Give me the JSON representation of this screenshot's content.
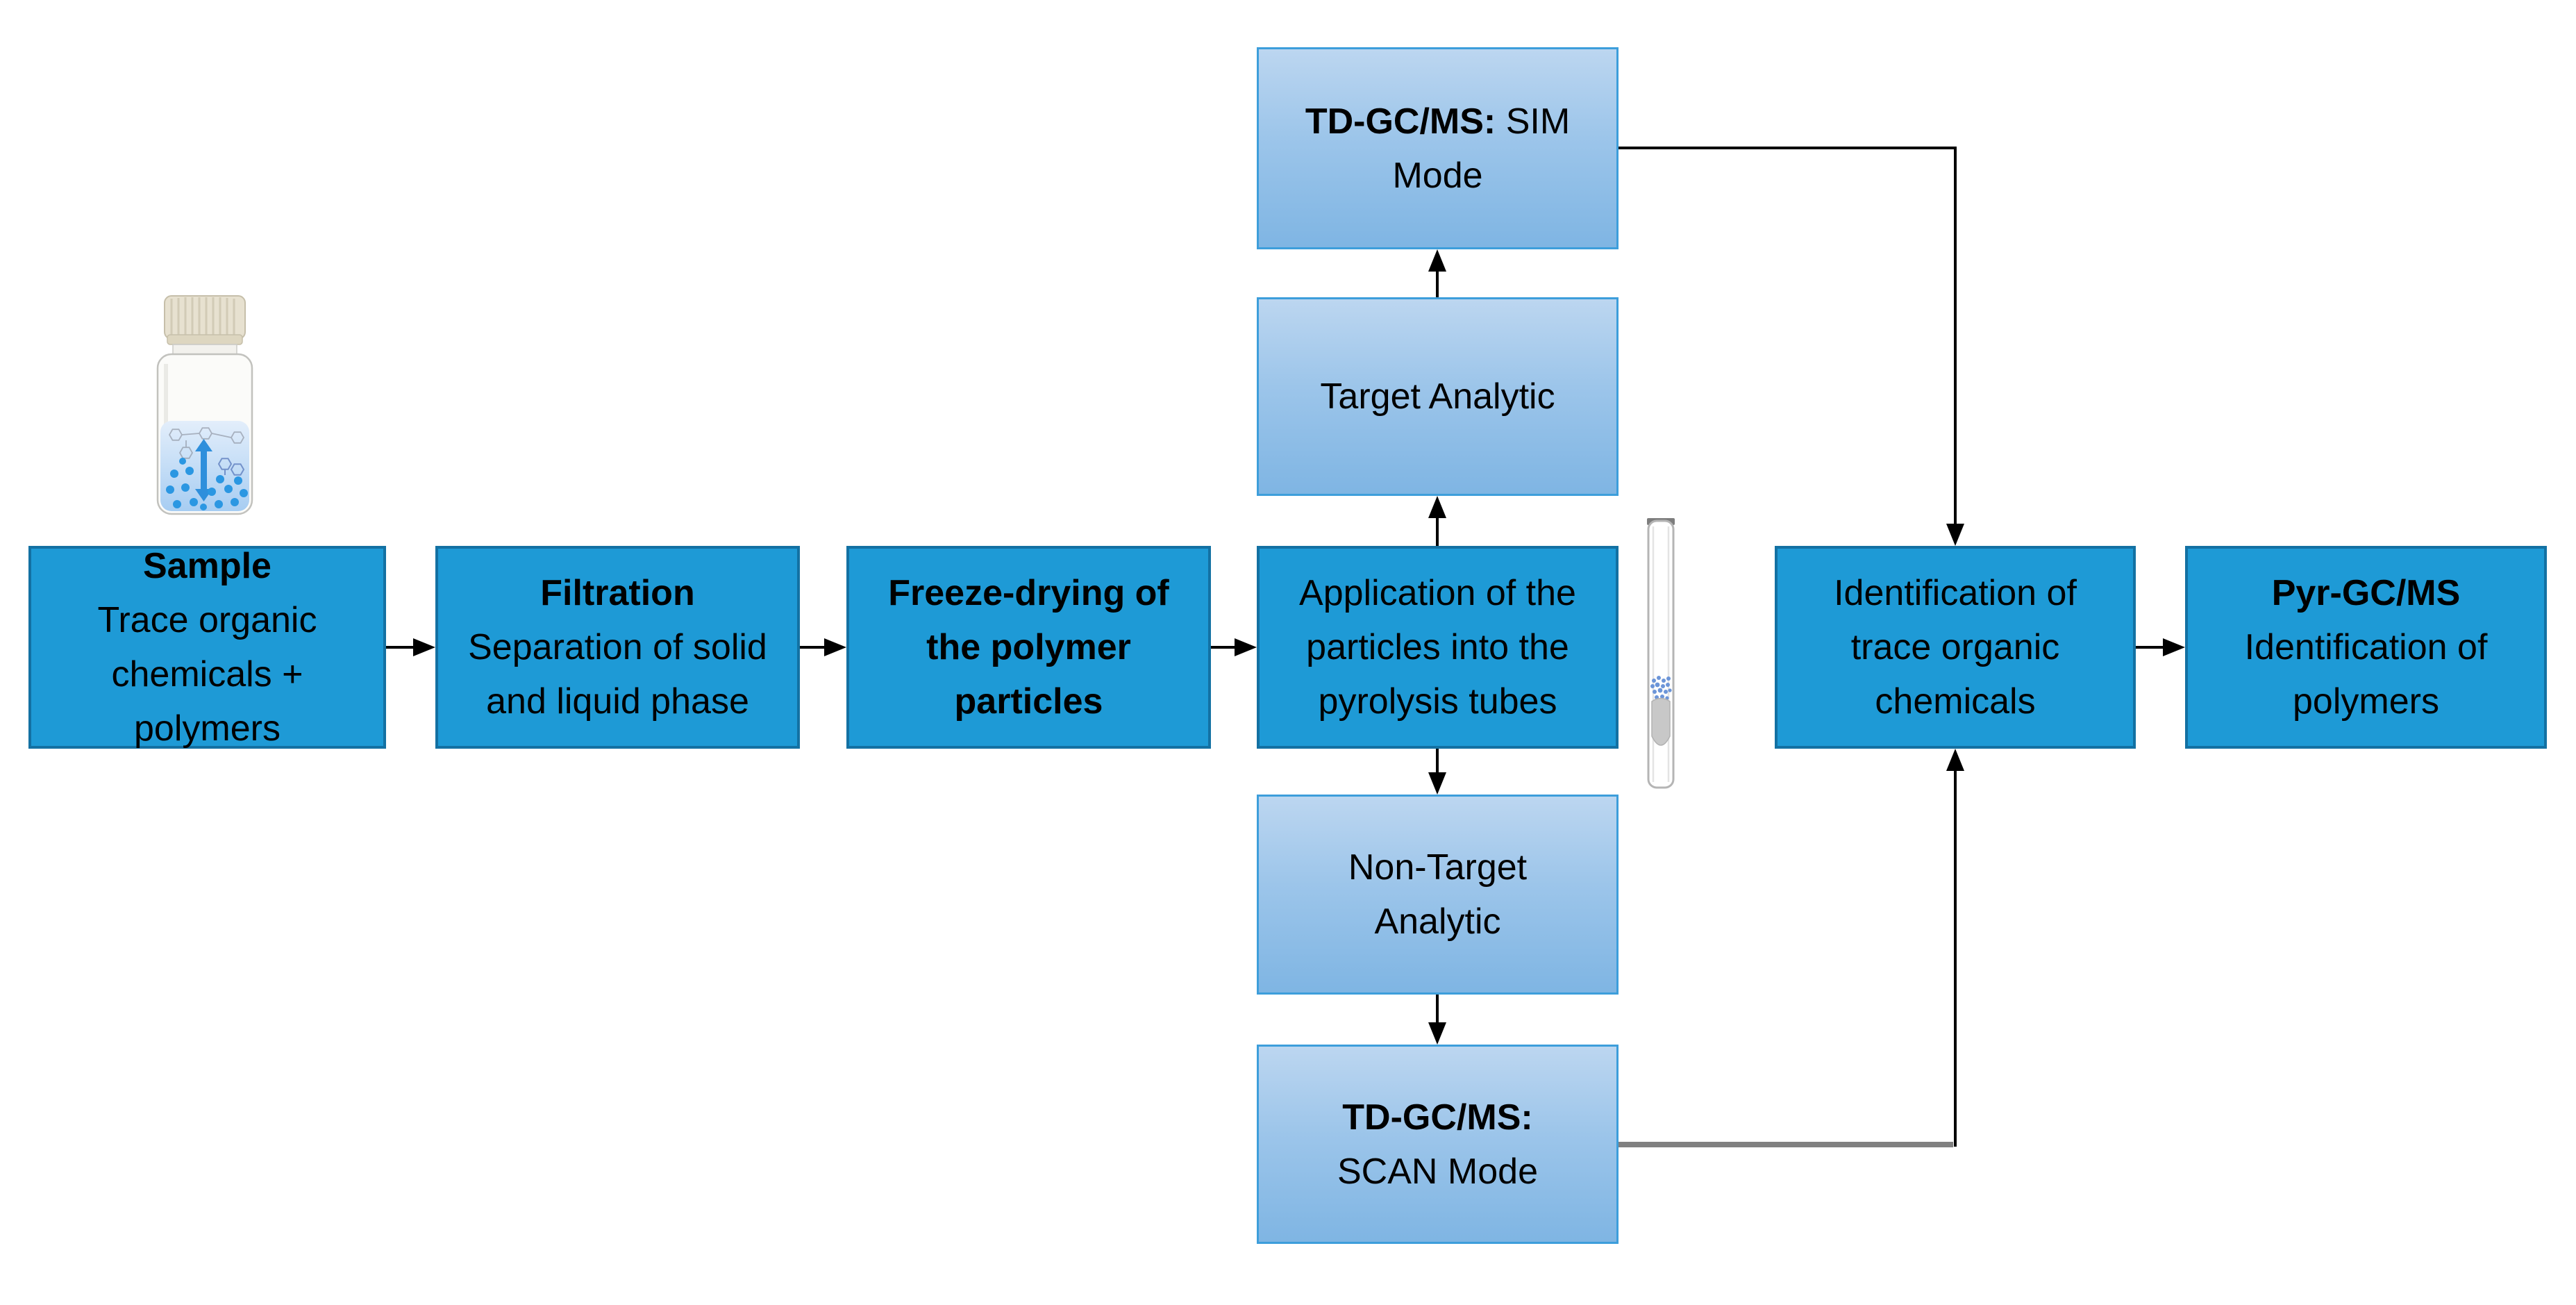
{
  "figure": {
    "type": "workflow-flow-diagram",
    "description": "TD-GC/MS and Pyr-GC/MS sample analysis workflow"
  },
  "colors": {
    "process_box_fill": "#1E9AD6",
    "process_box_border": "#1371A3",
    "stage_box_gradient_top": "#BCD6F0",
    "stage_box_gradient_bottom": "#7FB5E3",
    "stage_box_border": "#3D9EDB",
    "connector_black": "#000000",
    "connector_gray": "#808080",
    "text": "#000000",
    "vial_liquid_blue": "#A7CDF2",
    "particle_blue": "#2B97E2"
  },
  "nodes": {
    "sample": {
      "title": "Sample",
      "lines": [
        "Trace organic",
        "chemicals +",
        "polymers"
      ]
    },
    "filtration": {
      "title": "Filtration",
      "lines": [
        "Separation of solid",
        "and liquid phase"
      ]
    },
    "freeze_drying": {
      "lines": [
        "Freeze-drying of",
        "the polymer",
        "particles"
      ]
    },
    "application": {
      "lines": [
        "Application of the",
        "particles into the",
        "pyrolysis tubes"
      ]
    },
    "identification": {
      "lines": [
        "Identification of",
        "trace organic",
        "chemicals"
      ]
    },
    "pyr_gcms": {
      "title": "Pyr-GC/MS",
      "lines": [
        "Identification of",
        "polymers"
      ]
    },
    "sim_mode": {
      "title_bold": "TD-GC/MS:",
      "title_rest": "SIM",
      "line2": "Mode"
    },
    "target_analytic": {
      "line": "Target Analytic"
    },
    "non_target": {
      "lines": [
        "Non-Target",
        "Analytic"
      ]
    },
    "scan_mode": {
      "title_bold": "TD-GC/MS:",
      "line2": "SCAN Mode"
    }
  },
  "illustrations": {
    "sample_vial": "glass vial with cream screw cap containing blue liquid, trace organic chemical structures and polymer particles",
    "pyrolysis_tube": "glass pyrolysis tube holding polymer particles above a quartz wool plug"
  }
}
